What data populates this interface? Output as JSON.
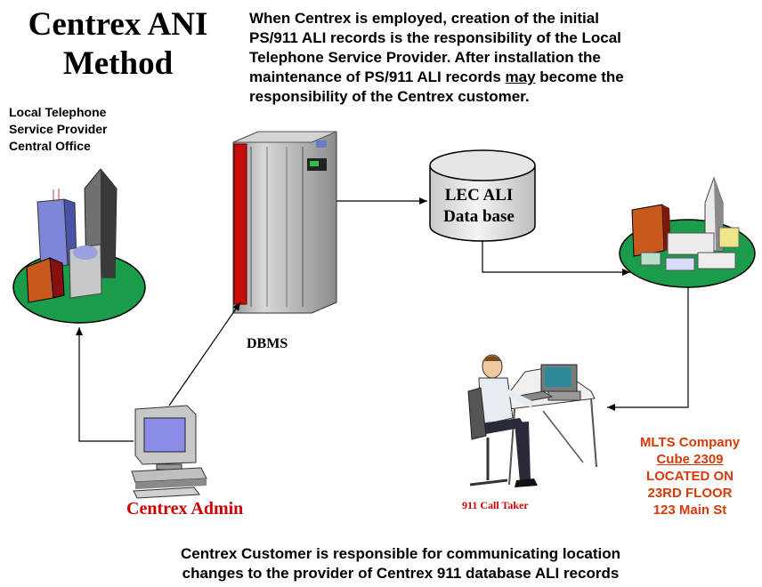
{
  "title": {
    "line1": "Centrex  ANI",
    "line2": "Method"
  },
  "intro": {
    "line1": "When Centrex is employed, creation of the initial",
    "line2": "PS/911 ALI  records  is the responsibility of the Local",
    "line3": "Telephone Service Provider. After installation the",
    "line4_pre": "maintenance of PS/911 ALI records ",
    "line4_emph": "may",
    "line4_post": " become the",
    "line5": "responsibility of the Centrex customer."
  },
  "central_office": {
    "line1": "Local Telephone",
    "line2": "Service Provider",
    "line3": "Central Office"
  },
  "database": {
    "line1": "LEC ALI",
    "line2": "Data base"
  },
  "dbms": {
    "label": "DBMS"
  },
  "admin": {
    "label": "Centrex Admin"
  },
  "call_taker": {
    "label": "911 Call Taker"
  },
  "mlts": {
    "line1": "MLTS Company",
    "line2": "Cube 2309",
    "line3": "LOCATED ON",
    "line4": "23RD FLOOR",
    "line5": "123 Main St"
  },
  "footer": {
    "line1": "Centrex Customer is responsible for communicating location",
    "line2": "changes to the provider of Centrex 911 database ALI records"
  },
  "colors": {
    "admin_label": "#cc0000",
    "taker_label": "#cc0000",
    "mlts_text": "#d63a0a",
    "ground": "#1a9c4a"
  }
}
